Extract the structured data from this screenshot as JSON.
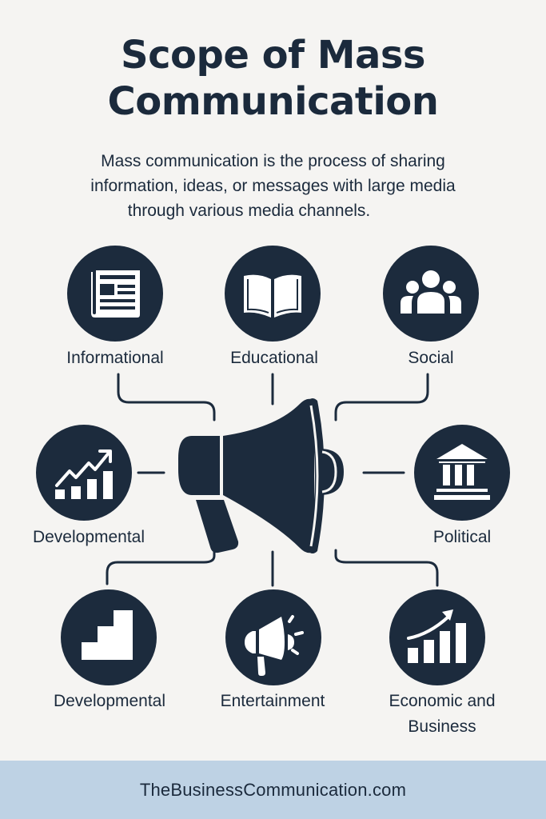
{
  "title": {
    "line1": "Scope of Mass",
    "line2": "Communication"
  },
  "description": {
    "line1": "Mass communication is the process of sharing",
    "line2": "information, ideas, or messages with large media",
    "line3": "through various media channels."
  },
  "center": {
    "icon": "megaphone-icon"
  },
  "nodes": [
    {
      "label": "Informational",
      "icon": "newspaper-icon"
    },
    {
      "label": "Educational",
      "icon": "open-book-icon"
    },
    {
      "label": "Social",
      "icon": "people-group-icon"
    },
    {
      "label": "Developmental",
      "icon": "growth-chart-icon"
    },
    {
      "label": "Political",
      "icon": "government-building-icon"
    },
    {
      "label": "Developmental",
      "icon": "stairs-icon"
    },
    {
      "label": "Entertainment",
      "icon": "announcement-megaphone-icon"
    },
    {
      "label_line1": "Economic and",
      "label_line2": "Business",
      "icon": "business-growth-chart-icon"
    }
  ],
  "footer": {
    "text": "TheBusinessCommunication.com"
  },
  "colors": {
    "background": "#f5f4f2",
    "primary": "#1c2b3d",
    "footer_band": "#bed2e4"
  }
}
